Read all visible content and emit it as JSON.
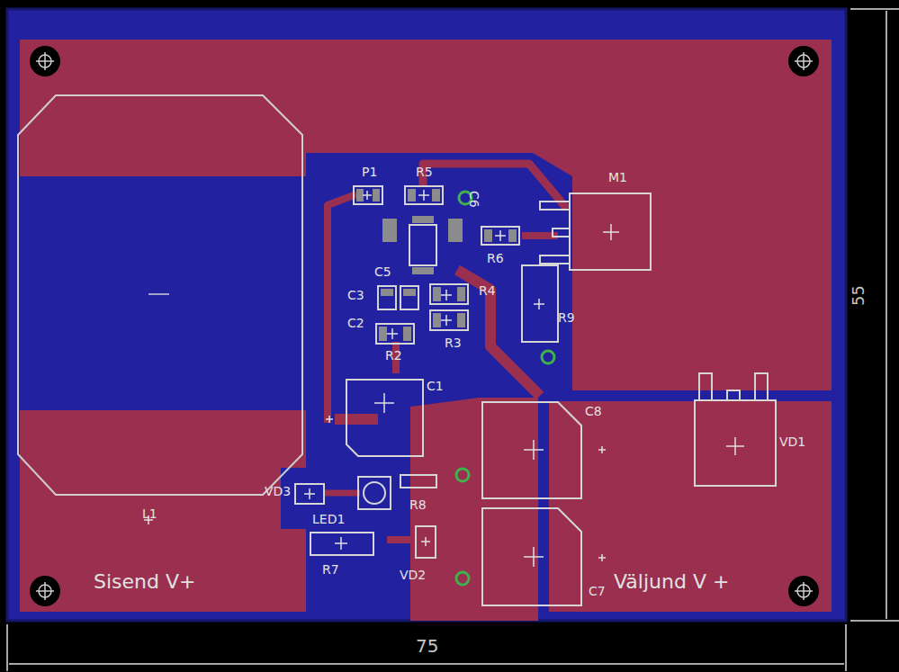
{
  "diagram": {
    "labels": [
      "P1",
      "R5",
      "C6",
      "M1",
      "R6",
      "C5",
      "C3",
      "R4",
      "C2",
      "R2",
      "R3",
      "R9",
      "C1",
      "C8",
      "VD1",
      "VD3",
      "LED1",
      "R8",
      "L1",
      "R7",
      "VD2",
      "C7",
      "Sisend V+",
      "Väljund V +",
      "55",
      "75"
    ]
  }
}
